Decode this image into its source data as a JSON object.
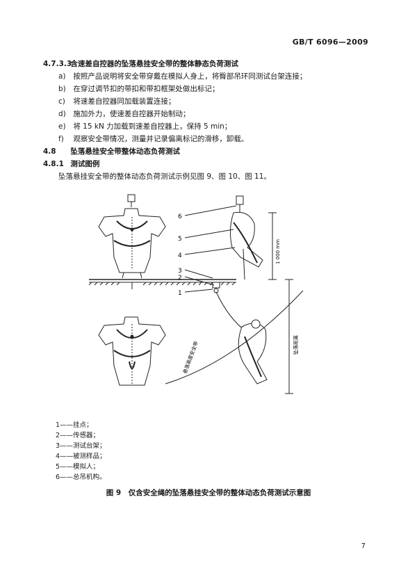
{
  "header": {
    "standard_code": "GB/T 6096—2009"
  },
  "section_4733": {
    "number": "4.7.3.3",
    "title": "含速差自控器的坠落悬挂安全带的整体静态负荷测试",
    "items": [
      {
        "letter": "a)",
        "text": "按照产品说明将安全带穿戴在模拟人身上，将臀部吊环同测试台架连接；"
      },
      {
        "letter": "b)",
        "text": "在穿过调节扣的带扣和带扣框架处做出标记；"
      },
      {
        "letter": "c)",
        "text": "将速差自控器同加载装置连接；"
      },
      {
        "letter": "d)",
        "text": "施加外力，使速差自控器开始制动；"
      },
      {
        "letter": "e)",
        "text": "将 15 kN 力加载到速差自控器上，保持 5 min；"
      },
      {
        "letter": "f)",
        "text": "观察安全带情况，测量并记录偏离标记的滑移，卸载。"
      }
    ]
  },
  "section_48": {
    "number": "4.8",
    "title": "坠落悬挂安全带整体动态负荷测试"
  },
  "section_481": {
    "number": "4.8.1",
    "title": "测试图例",
    "body": "坠落悬挂安全带的整体动态负荷测试示例见图 9、图 10、图 11。"
  },
  "figure": {
    "callouts": [
      "1",
      "2",
      "3",
      "4",
      "5",
      "6"
    ],
    "dimension_label": "1 000 mm",
    "rope_label": "悬落高度安全带",
    "fall_label": "坠落距离"
  },
  "legend": [
    "1——挂点；",
    "2——传感器；",
    "3——测试台架；",
    "4——被测样品；",
    "5——模拟人；",
    "6——总吊机构。"
  ],
  "caption": "图 9　仅含安全绳的坠落悬挂安全带的整体动态负荷测试示意图",
  "page_number": "7"
}
